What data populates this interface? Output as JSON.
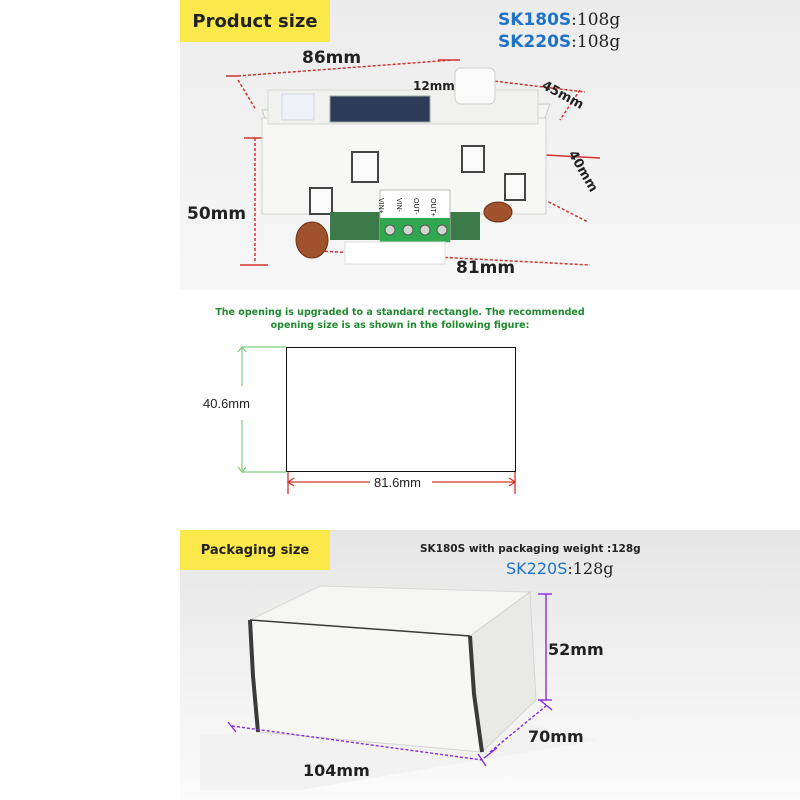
{
  "product": {
    "section_title": "Product size",
    "weights": [
      {
        "model": "SK180S",
        "value": ":108g"
      },
      {
        "model": "SK220S",
        "value": ":108g"
      }
    ],
    "dims": {
      "width": "86mm",
      "knob": "12mm",
      "depth_top": "45mm",
      "depth_side": "40mm",
      "height": "50mm",
      "bottom_width": "81mm"
    },
    "terminals": [
      "VIN+",
      "VIN-",
      "OUT-",
      "OUT+"
    ]
  },
  "opening": {
    "note_line1": "The opening is upgraded to a standard rectangle. The recommended",
    "note_line2": "opening size is as shown in the following figure:",
    "height": "40.6mm",
    "width": "81.6mm"
  },
  "packaging": {
    "section_title": "Packaging size",
    "weight_line": "SK180S with packaging weight :128g",
    "weight2_model": "SK220S",
    "weight2_value": ":128g",
    "dims": {
      "height": "52mm",
      "depth": "70mm",
      "width": "104mm"
    }
  },
  "colors": {
    "tag_yellow": "#fbe84a",
    "model_blue": "#1e73c9",
    "note_green": "#1f8a2e",
    "dim_line_red": "#d0342c",
    "dim_line_purple": "#8a2be2",
    "dim_line_green": "#7ccf7c"
  }
}
